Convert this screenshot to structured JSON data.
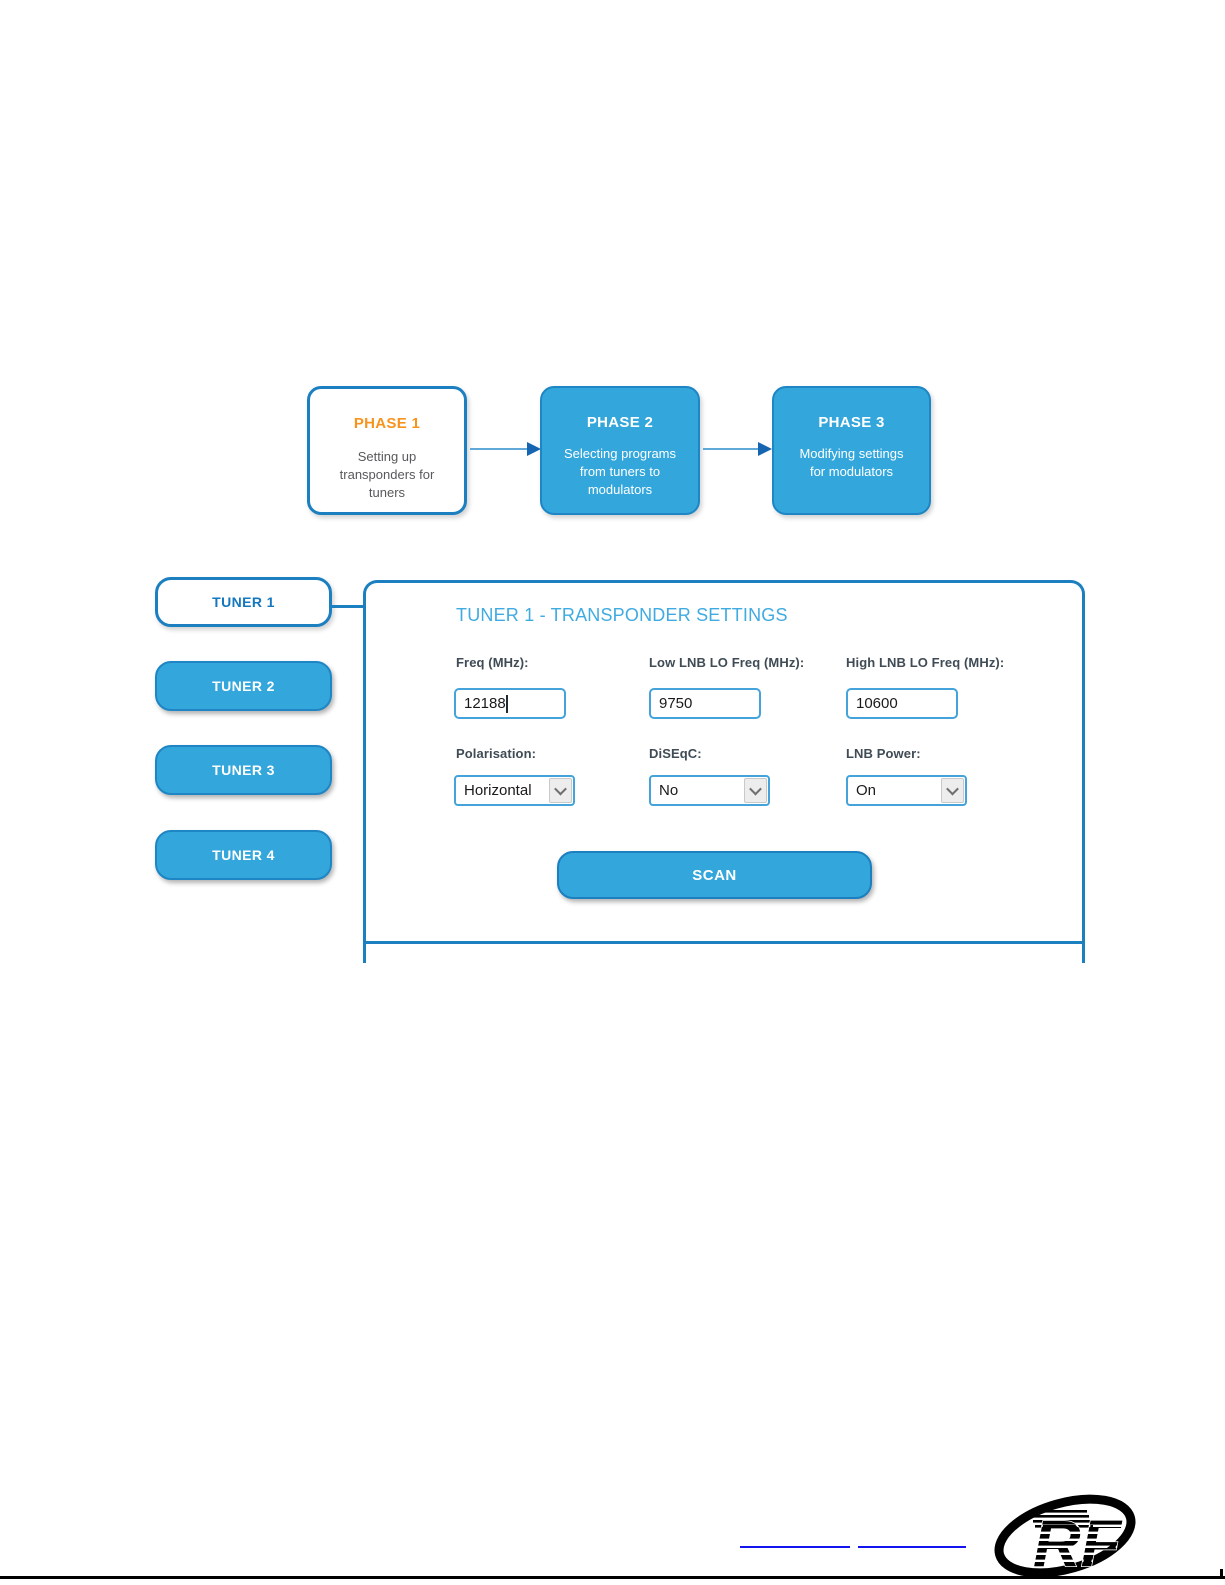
{
  "diagram": {
    "phases": [
      {
        "title": "PHASE 1",
        "description": "Setting up\ntransponders for\ntuners"
      },
      {
        "title": "PHASE 2",
        "description": "Selecting programs\nfrom tuners to\nmodulators"
      },
      {
        "title": "PHASE 3",
        "description": "Modifying settings\nfor modulators"
      }
    ]
  },
  "sidebar": {
    "tuners": [
      {
        "label": "TUNER 1",
        "active": true
      },
      {
        "label": "TUNER 2",
        "active": false
      },
      {
        "label": "TUNER 3",
        "active": false
      },
      {
        "label": "TUNER 4",
        "active": false
      }
    ]
  },
  "panel": {
    "title": "TUNER 1 - TRANSPONDER SETTINGS",
    "fields": {
      "freq": {
        "label": "Freq (MHz):",
        "value": "12188"
      },
      "low_lnb": {
        "label": "Low LNB LO Freq (MHz):",
        "value": "9750"
      },
      "high_lnb": {
        "label": "High LNB LO Freq (MHz):",
        "value": "10600"
      },
      "polarisation": {
        "label": "Polarisation:",
        "value": "Horizontal"
      },
      "diseqc": {
        "label": "DiSEqC:",
        "value": "No"
      },
      "lnb_power": {
        "label": "LNB Power:",
        "value": "On"
      }
    },
    "scan_label": "SCAN"
  },
  "footer": {
    "logo": "RF"
  },
  "colors": {
    "accent_blue": "#33a6db",
    "border_blue": "#1b7fc0",
    "title_blue": "#3fabe1",
    "label_dark": "#3f4b55",
    "orange": "#f7941d",
    "link_blue": "#1414ee"
  }
}
